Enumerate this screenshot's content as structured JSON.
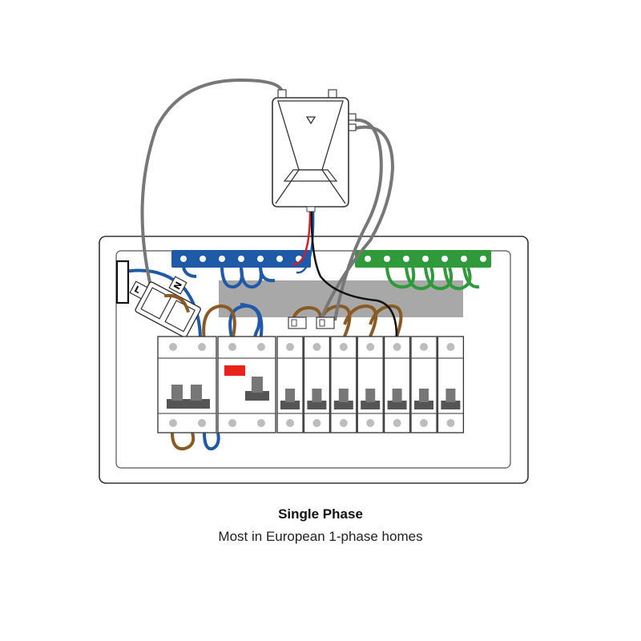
{
  "caption": {
    "title": "Single Phase",
    "subtitle": "Most in European 1-phase homes"
  },
  "diagram": {
    "clamp_labels": {
      "live": "L",
      "neutral": "N"
    },
    "colors": {
      "neutral_bus": "#1e5aa8",
      "earth_bus": "#2e9a3a",
      "live_wire": "#8a5a24",
      "neutral_wire": "#1e5aa8",
      "earth_wire": "#2e9a3a",
      "sensor_cable": "#777777",
      "signal_black": "#111111",
      "signal_red": "#d0202a",
      "rcd_indicator": "#e8231c",
      "panel_gray": "#a8a8a8"
    },
    "icons": [
      "monitor-hub-icon",
      "current-clamp-icon",
      "din-rail-breaker-icon"
    ]
  }
}
